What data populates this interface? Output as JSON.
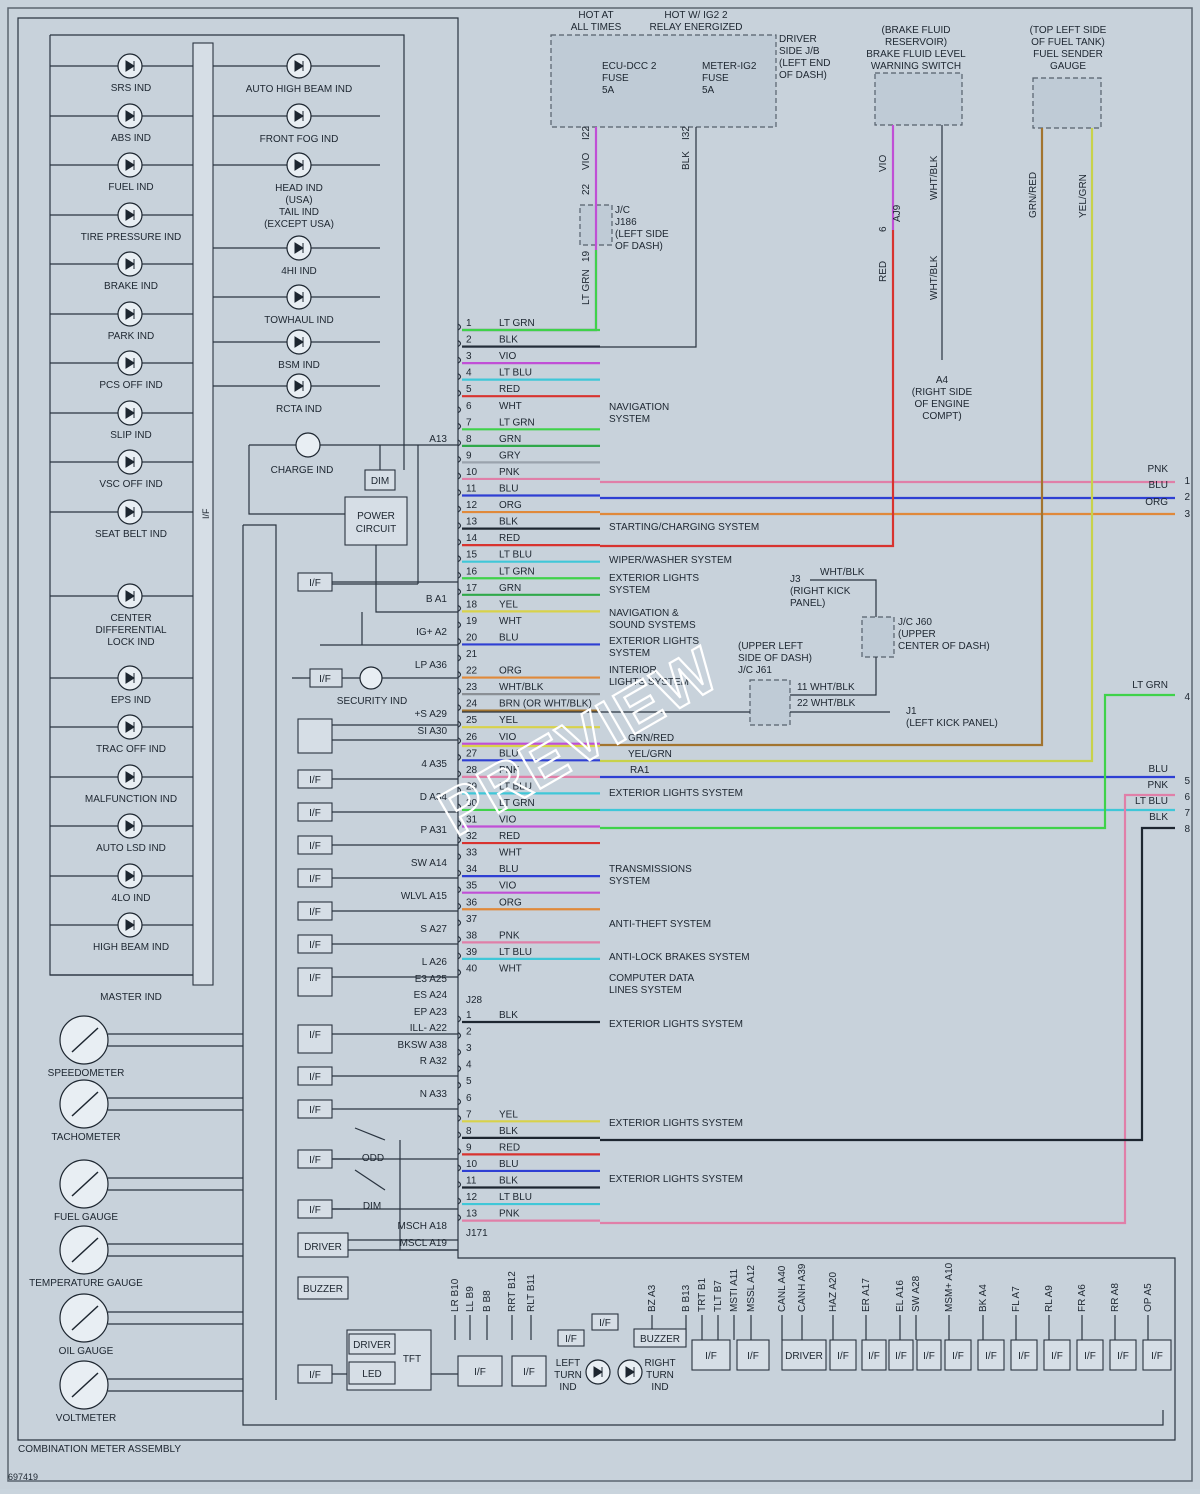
{
  "watermark": "PREVIEW",
  "figure_number": "697419",
  "meter": {
    "assembly_label": "COMBINATION METER ASSEMBLY",
    "if_bus": "I/F",
    "power_circuit": [
      "POWER",
      "CIRCUIT"
    ],
    "dim": "DIM",
    "left_indicators": [
      [
        "SRS IND"
      ],
      [
        "ABS IND"
      ],
      [
        "FUEL IND"
      ],
      [
        "TIRE PRESSURE IND"
      ],
      [
        "BRAKE IND"
      ],
      [
        "PARK IND"
      ],
      [
        "PCS OFF IND"
      ],
      [
        "SLIP IND"
      ],
      [
        "VSC OFF IND"
      ],
      [
        "SEAT BELT IND"
      ],
      [
        "CENTER",
        "DIFFERENTIAL",
        "LOCK IND"
      ],
      [
        "EPS IND"
      ],
      [
        "TRAC OFF IND"
      ],
      [
        "MALFUNCTION IND"
      ],
      [
        "AUTO LSD IND"
      ],
      [
        "4LO IND"
      ],
      [
        "HIGH BEAM IND"
      ],
      [
        "MASTER IND"
      ]
    ],
    "mid_indicators": [
      [
        "AUTO HIGH BEAM IND"
      ],
      [
        "FRONT FOG IND"
      ],
      [
        "HEAD IND",
        "(USA)",
        "TAIL IND",
        "(EXCEPT USA)"
      ],
      [
        "4HI IND"
      ],
      [
        "TOWHAUL IND"
      ],
      [
        "BSM IND"
      ],
      [
        "RCTA IND"
      ],
      [
        "CHARGE IND"
      ]
    ],
    "gauges": [
      "SPEEDOMETER",
      "TACHOMETER",
      "FUEL GAUGE",
      "TEMPERATURE GAUGE",
      "OIL GAUGE",
      "VOLTMETER"
    ],
    "security_ind": "SECURITY IND",
    "if_label": "I/F",
    "odd": "ODD",
    "dim_switch": "DIM",
    "driver": "DRIVER",
    "buzzer": "BUZZER",
    "led": "LED",
    "tft": "TFT",
    "pins": [
      [
        "A13",
        445
      ],
      [
        "B    A1",
        605
      ],
      [
        "IG+    A2",
        638
      ],
      [
        "LP  A36",
        671
      ],
      [
        "+S  A29",
        720
      ],
      [
        "SI  A30",
        737
      ],
      [
        "4  A35",
        770
      ],
      [
        "D  A34",
        803
      ],
      [
        "P  A31",
        836
      ],
      [
        "SW  A14",
        869
      ],
      [
        "WLVL  A15",
        902
      ],
      [
        "S  A27",
        935
      ],
      [
        "L  A26",
        968
      ],
      [
        "E3  A25",
        985
      ],
      [
        "ES  A24",
        1001
      ],
      [
        "EP  A23",
        1018
      ],
      [
        "ILL-  A22",
        1034
      ],
      [
        "BKSW  A38",
        1051
      ],
      [
        "R  A32",
        1067
      ],
      [
        "N  A33",
        1100
      ],
      [
        "MSCH  A18",
        1232
      ],
      [
        "MSCL  A19",
        1249
      ]
    ]
  },
  "connectors": {
    "j28": "J28",
    "j171": "J171",
    "rows_a": [
      [
        "1",
        "LT GRN",
        "#3fd24a"
      ],
      [
        "2",
        "BLK",
        "#1d2630"
      ],
      [
        "3",
        "VIO",
        "#c04fd6"
      ],
      [
        "4",
        "LT BLU",
        "#3fc7d8"
      ],
      [
        "5",
        "RED",
        "#d8332f"
      ],
      [
        "6",
        "WHT",
        "#c8d2db"
      ],
      [
        "7",
        "LT GRN",
        "#3fd24a"
      ],
      [
        "8",
        "GRN",
        "#2fa84a"
      ],
      [
        "9",
        "GRY",
        "#9aa3ad"
      ],
      [
        "10",
        "PNK",
        "#e07fa8"
      ],
      [
        "11",
        "BLU",
        "#2e3fd3"
      ],
      [
        "12",
        "ORG",
        "#e0893a"
      ],
      [
        "13",
        "BLK",
        "#1d2630"
      ],
      [
        "14",
        "RED",
        "#d8332f"
      ],
      [
        "15",
        "LT BLU",
        "#3fc7d8"
      ],
      [
        "16",
        "LT GRN",
        "#3fd24a"
      ],
      [
        "17",
        "GRN",
        "#2fa84a"
      ],
      [
        "18",
        "YEL",
        "#d8d24a"
      ],
      [
        "19",
        "WHT",
        "#c8d2db"
      ],
      [
        "20",
        "BLU",
        "#2e3fd3"
      ],
      [
        "21",
        "",
        ""
      ],
      [
        "22",
        "ORG",
        "#e0893a"
      ],
      [
        "23",
        "WHT/BLK",
        "#8a8f95"
      ],
      [
        "24",
        "BRN    (OR WHT/BLK)",
        "#a2742f"
      ],
      [
        "25",
        "YEL",
        "#d8d24a"
      ],
      [
        "26",
        "VIO",
        "#c04fd6"
      ],
      [
        "27",
        "BLU",
        "#2e3fd3"
      ],
      [
        "28",
        "PNK",
        "#e07fa8"
      ],
      [
        "29",
        "LT BLU",
        "#3fc7d8"
      ],
      [
        "30",
        "LT GRN",
        "#3fd24a"
      ],
      [
        "31",
        "VIO",
        "#c04fd6"
      ],
      [
        "32",
        "RED",
        "#d8332f"
      ],
      [
        "33",
        "WHT",
        "#c8d2db"
      ],
      [
        "34",
        "BLU",
        "#2e3fd3"
      ],
      [
        "35",
        "VIO",
        "#c04fd6"
      ],
      [
        "36",
        "ORG",
        "#e0893a"
      ],
      [
        "37",
        "",
        ""
      ],
      [
        "38",
        "PNK",
        "#e07fa8"
      ],
      [
        "39",
        "LT BLU",
        "#3fc7d8"
      ],
      [
        "40",
        "WHT",
        "#c8d2db"
      ]
    ],
    "rows_b": [
      [
        "1",
        "BLK",
        "#1d2630"
      ],
      [
        "2",
        "",
        ""
      ],
      [
        "3",
        "",
        ""
      ],
      [
        "4",
        "",
        ""
      ],
      [
        "5",
        "",
        ""
      ],
      [
        "6",
        "",
        ""
      ],
      [
        "7",
        "YEL",
        "#d8d24a"
      ],
      [
        "8",
        "BLK",
        "#1d2630"
      ],
      [
        "9",
        "RED",
        "#d8332f"
      ],
      [
        "10",
        "BLU",
        "#2e3fd3"
      ],
      [
        "11",
        "BLK",
        "#1d2630"
      ],
      [
        "12",
        "LT BLU",
        "#3fc7d8"
      ],
      [
        "13",
        "PNK",
        "#e07fa8"
      ]
    ],
    "destinations": [
      [
        [
          "NAVIGATION",
          "SYSTEM"
        ],
        410
      ],
      [
        [
          "STARTING/CHARGING SYSTEM"
        ],
        530
      ],
      [
        [
          "WIPER/WASHER SYSTEM"
        ],
        563
      ],
      [
        [
          "EXTERIOR LIGHTS",
          "SYSTEM"
        ],
        581
      ],
      [
        [
          "NAVIGATION &",
          "SOUND SYSTEMS"
        ],
        616
      ],
      [
        [
          "EXTERIOR LIGHTS",
          "SYSTEM"
        ],
        644
      ],
      [
        [
          "INTERIOR",
          "LIGHTS SYSTEM"
        ],
        673
      ],
      [
        [
          "EXTERIOR LIGHTS SYSTEM"
        ],
        796
      ],
      [
        [
          "TRANSMISSIONS",
          "SYSTEM"
        ],
        872
      ],
      [
        [
          "ANTI-THEFT SYSTEM"
        ],
        927
      ],
      [
        [
          "ANTI-LOCK BRAKES SYSTEM"
        ],
        960
      ],
      [
        [
          "COMPUTER DATA",
          "LINES SYSTEM"
        ],
        981
      ],
      [
        [
          "EXTERIOR LIGHTS SYSTEM"
        ],
        1027
      ],
      [
        [
          "EXTERIOR LIGHTS SYSTEM"
        ],
        1126
      ],
      [
        [
          "EXTERIOR LIGHTS SYSTEM"
        ],
        1182
      ]
    ],
    "right_exits": [
      [
        "PNK",
        "1"
      ],
      [
        "BLU",
        "2"
      ],
      [
        "ORG",
        "3"
      ],
      [
        "LT GRN",
        "4"
      ],
      [
        "BLU",
        "5"
      ],
      [
        "PNK",
        "6"
      ],
      [
        "LT BLU",
        "7"
      ],
      [
        "BLK",
        "8"
      ]
    ]
  },
  "upper": {
    "hot_at_all_times": [
      "HOT AT",
      "ALL TIMES"
    ],
    "hot_ig2": [
      "HOT W/ IG2 2",
      "RELAY ENERGIZED"
    ],
    "driver_jb": [
      "DRIVER",
      "SIDE J/B",
      "(LEFT END",
      "OF DASH)"
    ],
    "ecu_fuse": [
      "ECU-DCC 2",
      "FUSE",
      "5A"
    ],
    "meter_fuse": [
      "METER-IG2",
      "FUSE",
      "5A"
    ],
    "jc186": [
      "J/C",
      "J186",
      "(LEFT SIDE",
      "OF DASH)"
    ],
    "brake_switch": [
      "(BRAKE FLUID",
      "RESERVOIR)",
      "BRAKE FLUID LEVEL",
      "WARNING SWITCH"
    ],
    "fuel_sender": [
      "(TOP LEFT SIDE",
      "OF FUEL TANK)",
      "FUEL SENDER",
      "GAUGE"
    ],
    "ground_a4": [
      "A4",
      "(RIGHT SIDE",
      "OF ENGINE",
      "COMPT)"
    ],
    "right_kick": [
      "J3",
      "(RIGHT KICK",
      "PANEL)"
    ],
    "jc60": [
      "J/C J60",
      "(UPPER",
      "CENTER OF DASH)"
    ],
    "jc61": [
      "(UPPER LEFT",
      "SIDE OF DASH)",
      "J/C J61"
    ],
    "j1": [
      "J1",
      "(LEFT KICK PANEL)"
    ],
    "wire_labels": [
      "VIO",
      "I22",
      "BLK",
      "I32",
      "22",
      "19",
      "LT GRN",
      "VIO",
      "RED",
      "6",
      "AJ9",
      "WHT/BLK",
      "WHT/BLK",
      "GRN/RED",
      "YEL/GRN",
      "WHT/BLK",
      "11   WHT/BLK",
      "22   WHT/BLK",
      "GRN/RED",
      "YEL/GRN",
      "RA1"
    ]
  },
  "bottom_pins": [
    "LR  B10",
    "LL  B9",
    "B  B8",
    "RRT  B12",
    "RLT  B11",
    "BZ  A3",
    "B  B13",
    "TRT  B1",
    "TLT  B7",
    "MSTI  A11",
    "MSSL  A12",
    "CANL  A40",
    "CANH  A39",
    "HAZ  A20",
    "ER  A17",
    "EL  A16",
    "SW  A28",
    "MSM+  A10",
    "BK  A4",
    "FL  A7",
    "RL  A9",
    "FR  A6",
    "RR  A8",
    "OP  A5"
  ],
  "bottom_modules": {
    "left_turn": [
      "LEFT",
      "TURN",
      "IND"
    ],
    "right_turn": [
      "RIGHT",
      "TURN",
      "IND"
    ]
  }
}
